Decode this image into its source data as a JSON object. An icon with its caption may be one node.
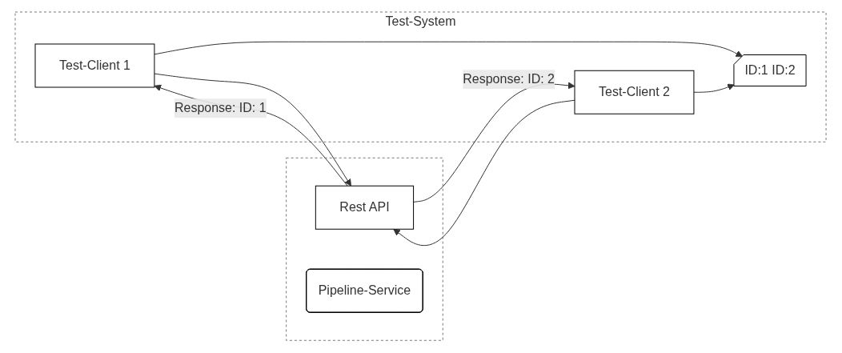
{
  "diagram": {
    "nodes": [
      {
        "text": [
          "Test-System"
        ]
      },
      {
        "text": [
          "Test-Client 1"
        ],
        "in": 0
      },
      {
        "text": [
          "ID:1 ID:2"
        ],
        "in": 0
      },
      {
        "text": [
          "Test-Client 2"
        ],
        "in": 0
      },
      {
        "text": [],
        "shape": "box"
      },
      {
        "text": [
          "Rest API"
        ],
        "in": 4
      },
      {
        "text": [
          "Pipeline-Service"
        ],
        "in": 4
      }
    ],
    "edges": [
      {
        "from": 1,
        "to": 2,
        "arrow": "to"
      },
      {
        "from": 3,
        "to": 2,
        "arrow": "to"
      },
      {
        "from": 5,
        "to": 1,
        "arrow": "to",
        "label": "Response: ID: 1"
      },
      {
        "from": 1,
        "to": 5,
        "arrow": "to"
      },
      {
        "from": 3,
        "to": 5,
        "arrow": "to"
      },
      {
        "from": 5,
        "to": 3,
        "arrow": "to",
        "label": "Response: ID: 2"
      }
    ]
  }
}
